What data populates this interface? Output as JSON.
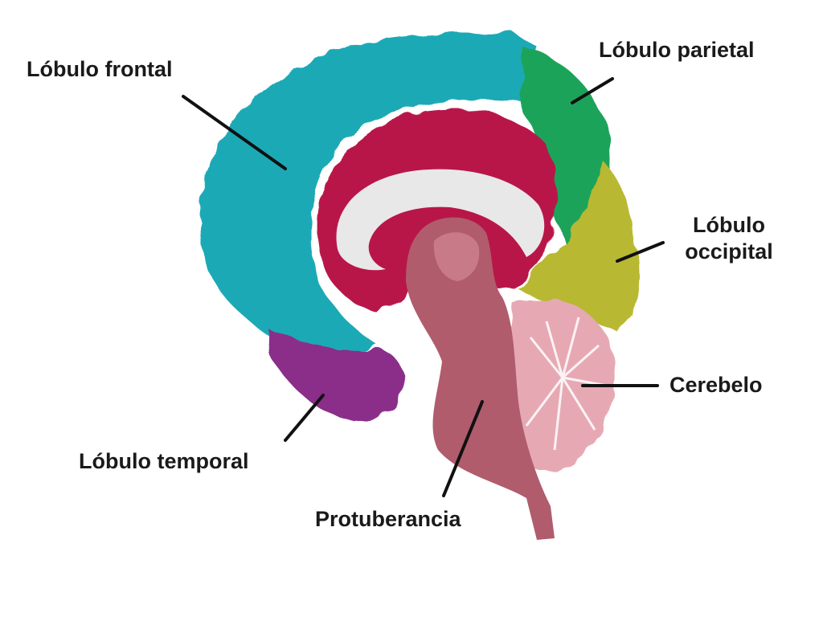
{
  "labels": {
    "frontal": "Lóbulo frontal",
    "parietal": "Lóbulo parietal",
    "occipital_line1": "Lóbulo",
    "occipital_line2": "occipital",
    "cerebelo": "Cerebelo",
    "temporal": "Lóbulo temporal",
    "protuberancia": "Protuberancia"
  },
  "colors": {
    "frontal": "#1fa9b6",
    "parietal": "#1fa35a",
    "occipital": "#b9b830",
    "limbic": "#b8154a",
    "corpus_callosum": "#e8e8e8",
    "temporal": "#8a2f8a",
    "cerebelo": "#e6a9b4",
    "brainstem": "#b05c6c",
    "leader_line": "#111111"
  }
}
